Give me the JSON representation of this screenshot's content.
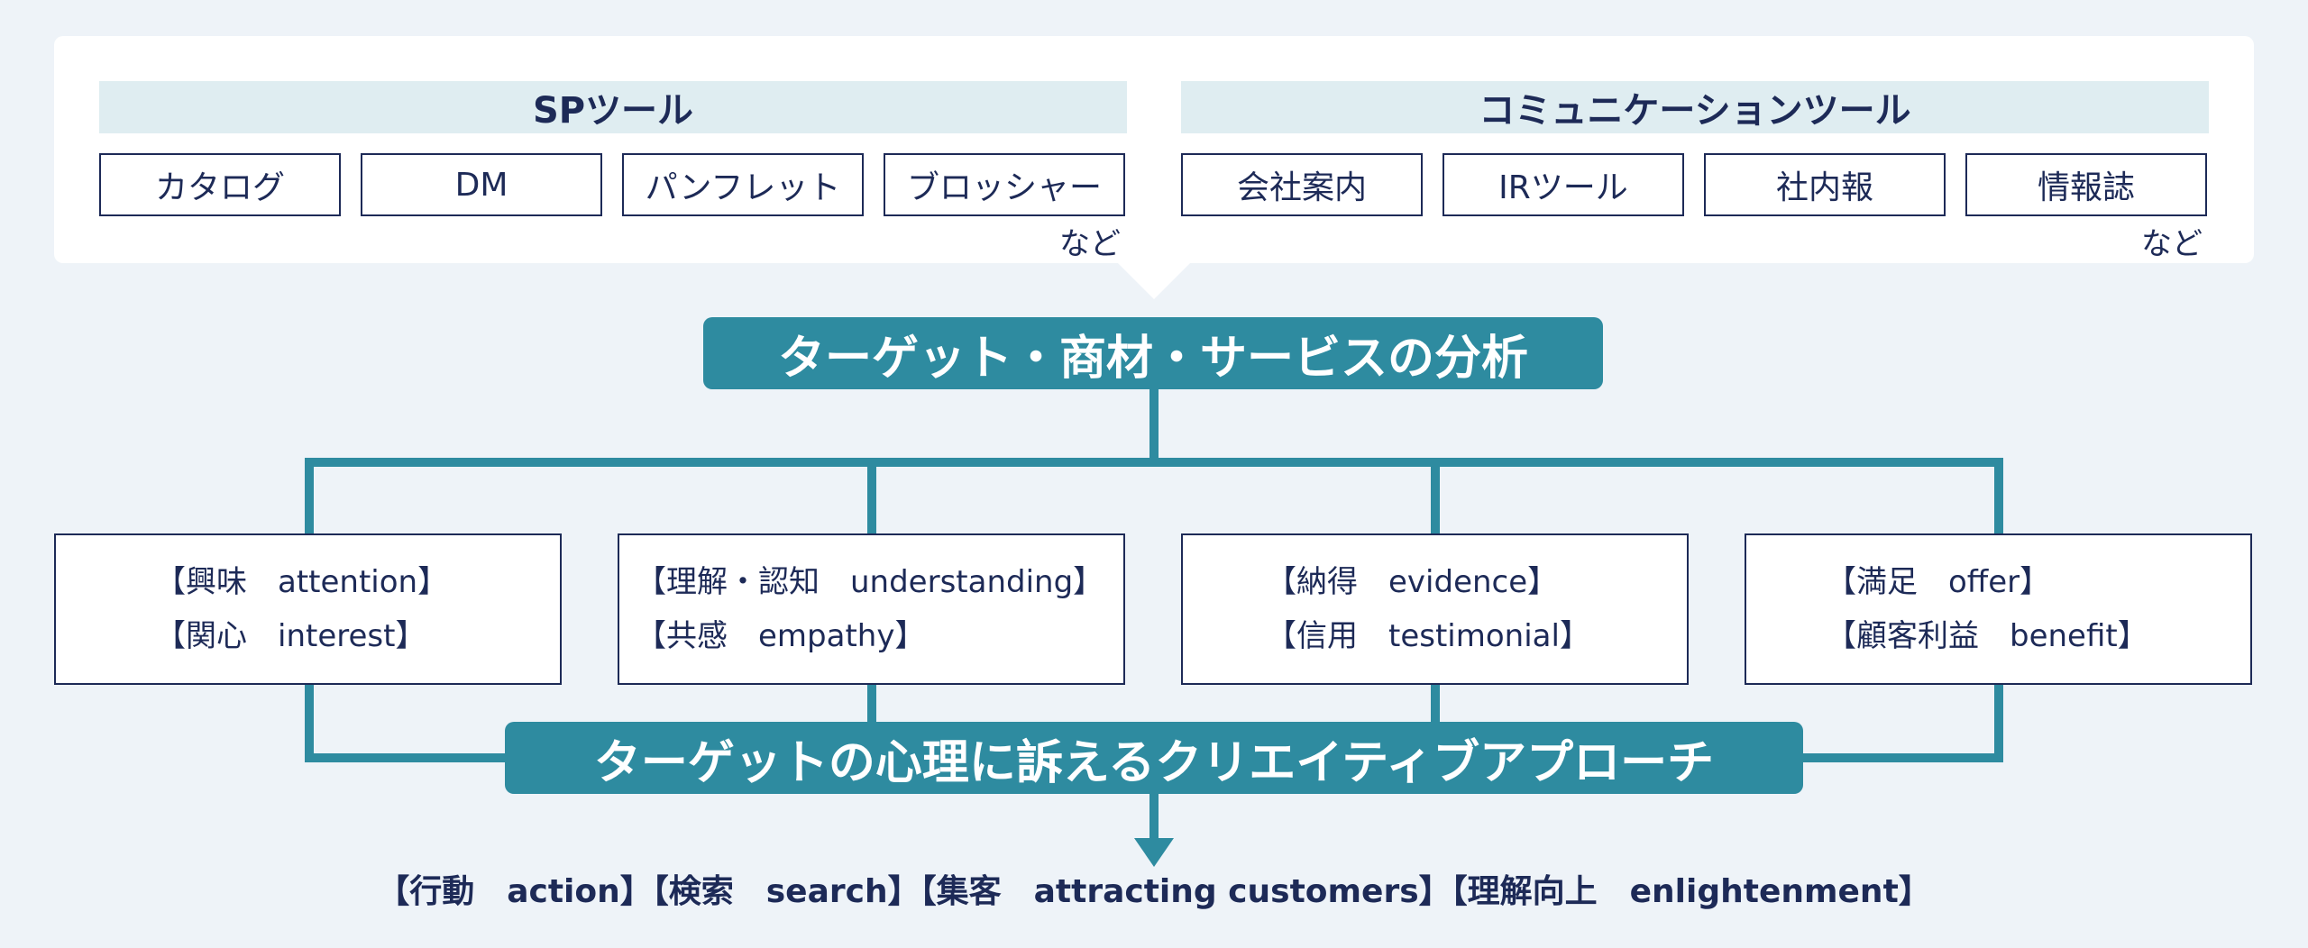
{
  "sp_tools": {
    "header": "SPツール",
    "items": [
      "カタログ",
      "DM",
      "パンフレット",
      "ブロッシャー"
    ],
    "suffix": "など"
  },
  "comm_tools": {
    "header": "コミュニケーションツール",
    "items": [
      "会社案内",
      "IRツール",
      "社内報",
      "情報誌"
    ],
    "suffix": "など"
  },
  "analysis_label": "ターゲット・商材・サービスの分析",
  "psych_boxes": [
    {
      "lines": [
        "【興味　attention】",
        "【関心　interest】"
      ]
    },
    {
      "lines": [
        "【理解・認知　understanding】",
        "【共感　empathy】"
      ]
    },
    {
      "lines": [
        "【納得　evidence】",
        "【信用　testimonial】"
      ]
    },
    {
      "lines": [
        "【満足　offer】",
        "【顧客利益　benefit】"
      ]
    }
  ],
  "creative_label": "ターゲットの心理に訴えるクリエイティブアプローチ",
  "outcomes": "【行動　action】【検索　search】【集客　attracting customers】【理解向上　enlightenment】",
  "colors": {
    "accent": "#2e8ba0",
    "text": "#1d2a57",
    "header_bg": "#dfedf1",
    "page_bg": "#eef3f8"
  }
}
